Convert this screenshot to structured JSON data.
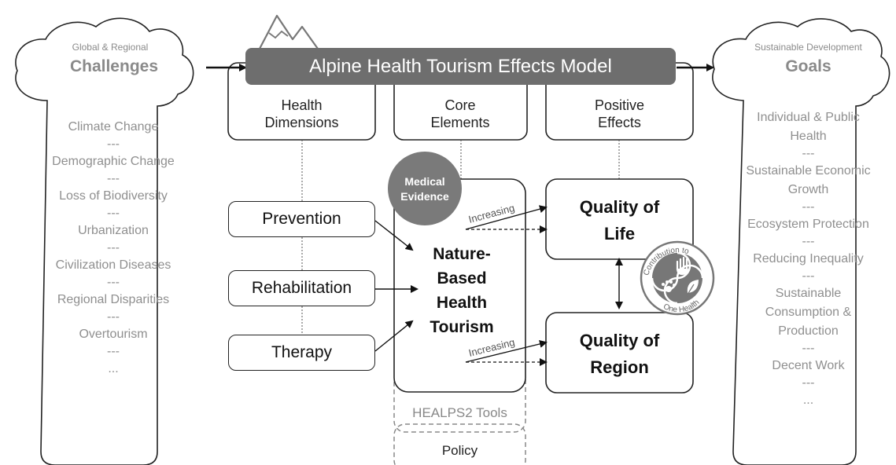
{
  "banner": {
    "title": "Alpine Health Tourism Effects Model"
  },
  "left_cloud": {
    "subtitle": "Global & Regional",
    "title": "Challenges",
    "items": [
      "Climate Change",
      "---",
      "Demographic Change",
      "---",
      "Loss of Biodiversity",
      "---",
      "Urbanization",
      "---",
      "Civilization Diseases",
      "---",
      "Regional Disparities",
      "---",
      "Overtourism",
      "---",
      "..."
    ]
  },
  "right_cloud": {
    "subtitle": "Sustainable Development",
    "title": "Goals",
    "items": [
      "Individual & Public Health",
      "---",
      "Sustainable Economic Growth",
      "---",
      "Ecosystem Protection",
      "---",
      "Reducing Inequality",
      "---",
      "Sustainable Consumption & Production",
      "---",
      "Decent Work",
      "---",
      "..."
    ]
  },
  "columns": {
    "health_dimensions": "Health Dimensions",
    "core_elements": "Core Elements",
    "positive_effects": "Positive Effects"
  },
  "health_dimensions": [
    "Prevention",
    "Rehabilitation",
    "Therapy"
  ],
  "core": {
    "badge": "Medical Evidence",
    "title": "Nature-Based Health Tourism",
    "tools": "HEALPS2 Tools",
    "policy": "Policy"
  },
  "effects": {
    "increasing_label": "Increasing",
    "quality_of_life": "Quality of Life",
    "quality_of_region": "Quality of Region"
  },
  "one_health": {
    "top_text": "Contribution to",
    "bottom_text": "One Health",
    "icons": [
      "hand-icon",
      "paw-icon",
      "leaf-icon"
    ]
  },
  "colors": {
    "banner": "#6e6e6e",
    "badge": "#7a7a7a",
    "text_gray": "#8a8a8a",
    "stroke": "#222222"
  }
}
